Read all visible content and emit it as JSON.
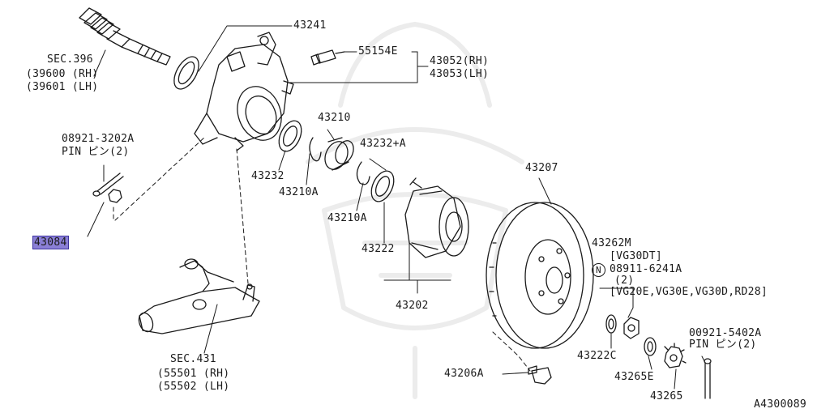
{
  "diagram": {
    "drawing_code": "A4300089",
    "highlighted_part": "43084",
    "labels": {
      "sec396": "SEC.396",
      "sec396_rh": "(39600 (RH)",
      "sec396_lh": "(39601 (LH)",
      "p43241": "43241",
      "p55154e": "55154E",
      "p43052": "43052(RH)",
      "p43053": "43053(LH)",
      "pin_a_no": "08921-3202A",
      "pin_a_desc": "PIN ピン(2)",
      "p43084": "43084",
      "p43210": "43210",
      "p43232a": "43232+A",
      "p43232": "43232",
      "p43210a1": "43210A",
      "p43210a2": "43210A",
      "p43222": "43222",
      "p43202": "43202",
      "p43207": "43207",
      "p43262m": "43262M",
      "vg30dt": "[VG30DT]",
      "n_mark": "N",
      "p08911": "08911-6241A",
      "qty2": "(2)",
      "engines": "[VG20E,VG30E,VG30D,RD28]",
      "sec431": "SEC.431",
      "sec431_rh": "(55501 (RH)",
      "sec431_lh": "(55502 (LH)",
      "p43222c": "43222C",
      "p43265e": "43265E",
      "p43265": "43265",
      "pin_b_no": "00921-5402A",
      "pin_b_desc": "PIN ピン(2)",
      "p43206a": "43206A"
    }
  }
}
